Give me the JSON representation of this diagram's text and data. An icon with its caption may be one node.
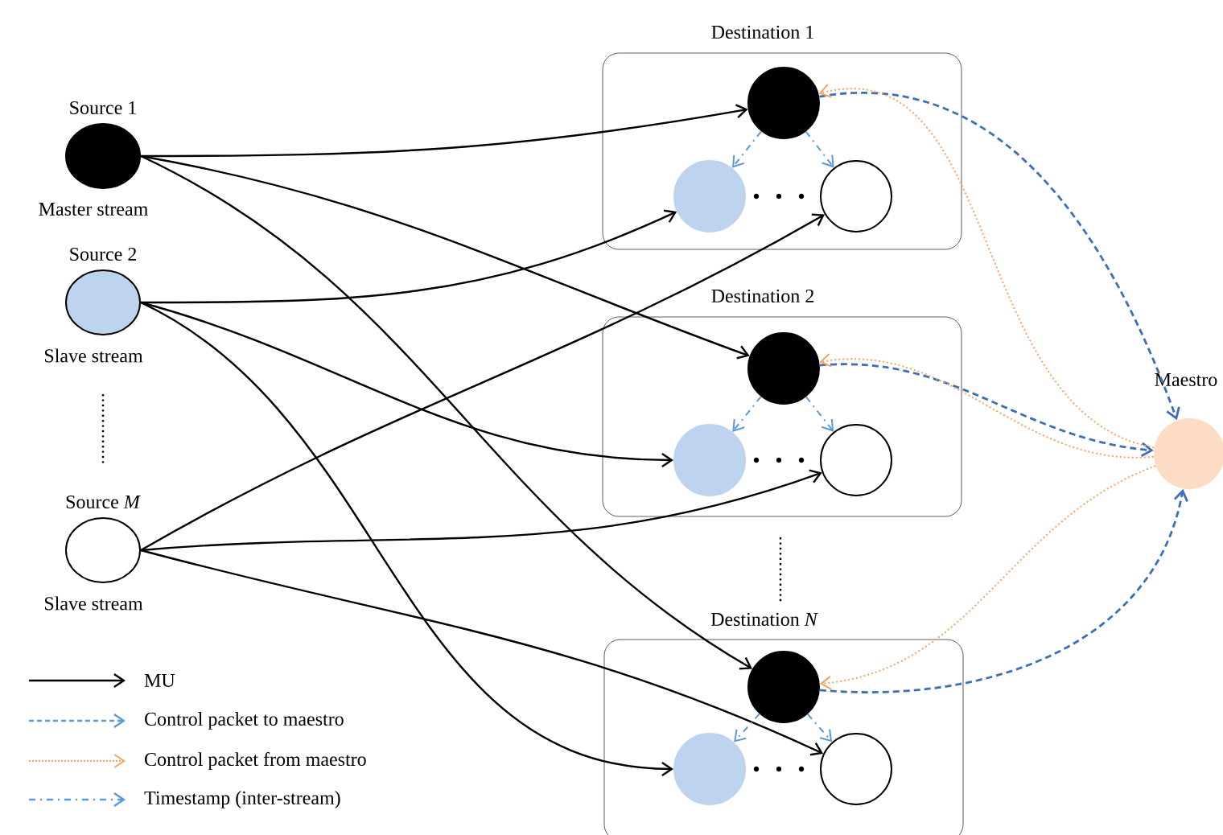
{
  "diagram": {
    "nodes": [
      {
        "text": [
          "Source 1"
        ],
        "beside": [
          "Master stream"
        ]
      },
      {
        "text": [
          "Source 2"
        ],
        "beside": [
          "Slave stream"
        ]
      },
      {
        "text": [
          "Source *M*"
        ],
        "beside": [
          "Slave stream"
        ]
      },
      {
        "text": [
          "Destination 1"
        ]
      },
      {
        "text": [],
        "shape": "circle",
        "in": 3
      },
      {
        "text": [],
        "shape": "circle",
        "in": 3
      },
      {
        "text": [],
        "shape": "circle",
        "in": 3
      },
      {
        "text": [
          "Destination 2"
        ]
      },
      {
        "text": [],
        "shape": "circle",
        "in": 7
      },
      {
        "text": [],
        "shape": "circle",
        "in": 7
      },
      {
        "text": [],
        "shape": "circle",
        "in": 7
      },
      {
        "text": [
          "Destination *N*"
        ]
      },
      {
        "text": [],
        "shape": "circle",
        "in": 11
      },
      {
        "text": [],
        "shape": "circle",
        "in": 11
      },
      {
        "text": [],
        "shape": "circle",
        "in": 11
      },
      {
        "text": [
          "Maestro"
        ]
      }
    ],
    "edges": [
      {
        "from": 0,
        "to": 4,
        "arrow": "to"
      },
      {
        "from": 0,
        "to": 8,
        "arrow": "to"
      },
      {
        "from": 0,
        "to": 12,
        "arrow": "to"
      },
      {
        "from": 1,
        "to": 5,
        "arrow": "to"
      },
      {
        "from": 1,
        "to": 9,
        "arrow": "to"
      },
      {
        "from": 1,
        "to": 13,
        "arrow": "to"
      },
      {
        "from": 2,
        "to": 6,
        "arrow": "to"
      },
      {
        "from": 2,
        "to": 10,
        "arrow": "to"
      },
      {
        "from": 2,
        "to": 14,
        "arrow": "to"
      },
      {
        "from": 4,
        "to": 15,
        "arrow": "to",
        "style": "dashed",
        "color": "#3d6fb5"
      },
      {
        "from": 8,
        "to": 15,
        "arrow": "to",
        "style": "dashed",
        "color": "#3d6fb5"
      },
      {
        "from": 12,
        "to": 15,
        "arrow": "to",
        "style": "dashed",
        "color": "#3d6fb5"
      },
      {
        "from": 15,
        "to": 4,
        "arrow": "to",
        "style": "dashed",
        "color": "#f4a460"
      },
      {
        "from": 15,
        "to": 8,
        "arrow": "to",
        "style": "dashed",
        "color": "#f4a460"
      },
      {
        "from": 15,
        "to": 12,
        "arrow": "to",
        "style": "dashed",
        "color": "#f4a460"
      },
      {
        "from": 4,
        "to": 5,
        "arrow": "to",
        "style": "dashed",
        "color": "#5b9bd5"
      },
      {
        "from": 4,
        "to": 6,
        "arrow": "to",
        "style": "dashed",
        "color": "#5b9bd5"
      },
      {
        "from": 8,
        "to": 9,
        "arrow": "to",
        "style": "dashed",
        "color": "#5b9bd5"
      },
      {
        "from": 8,
        "to": 10,
        "arrow": "to",
        "style": "dashed",
        "color": "#5b9bd5"
      },
      {
        "from": 12,
        "to": 13,
        "arrow": "to",
        "style": "dashed",
        "color": "#5b9bd5"
      },
      {
        "from": 12,
        "to": 14,
        "arrow": "to",
        "style": "dashed",
        "color": "#5b9bd5"
      }
    ],
    "legend": [
      {
        "text": "MU"
      },
      {
        "text": "Control packet to maestro"
      },
      {
        "text": "Control packet from maestro"
      },
      {
        "text": "Timestamp (inter-stream)"
      }
    ]
  }
}
